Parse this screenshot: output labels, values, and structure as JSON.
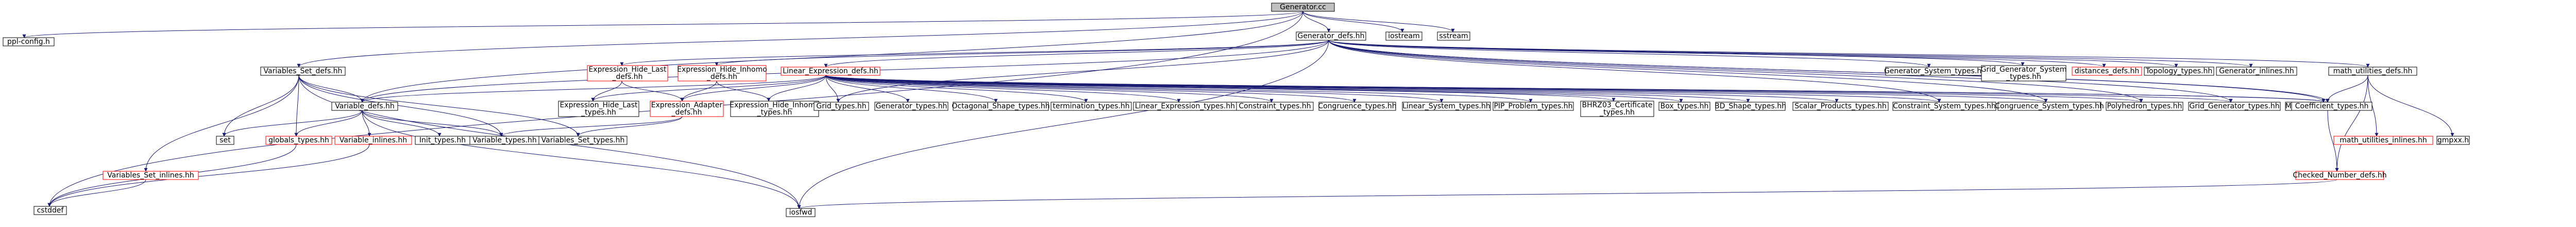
{
  "graph": {
    "colors": {
      "edge": "#191970",
      "node_border": "#000000",
      "missing_border": "#ff0000",
      "root_fill": "#bfbfbf",
      "node_fill": "#ffffff",
      "text": "#000000"
    },
    "nodes": [
      {
        "id": "root",
        "lines": [
          "Generator.cc"
        ],
        "kind": "root"
      },
      {
        "id": "ppl_config",
        "lines": [
          "ppl-config.h"
        ]
      },
      {
        "id": "gen_defs",
        "lines": [
          "Generator_defs.hh"
        ]
      },
      {
        "id": "iostream",
        "lines": [
          "iostream"
        ]
      },
      {
        "id": "sstream",
        "lines": [
          "sstream"
        ]
      },
      {
        "id": "vs_defs",
        "lines": [
          "Variables_Set_defs.hh"
        ]
      },
      {
        "id": "ehl_defs",
        "lines": [
          "Expression_Hide_Last",
          "_defs.hh"
        ],
        "missing": true
      },
      {
        "id": "ehi_defs",
        "lines": [
          "Expression_Hide_Inhomo",
          "_defs.hh"
        ],
        "missing": true
      },
      {
        "id": "le_defs",
        "lines": [
          "Linear_Expression_defs.hh"
        ],
        "missing": true
      },
      {
        "id": "gen_sys_types",
        "lines": [
          "Generator_System_types.hh"
        ]
      },
      {
        "id": "grid_gen_sys_types",
        "lines": [
          "Grid_Generator_System",
          "_types.hh"
        ]
      },
      {
        "id": "dist_defs",
        "lines": [
          "distances_defs.hh"
        ],
        "missing": true
      },
      {
        "id": "topo_types",
        "lines": [
          "Topology_types.hh"
        ]
      },
      {
        "id": "gen_inlines",
        "lines": [
          "Generator_inlines.hh"
        ]
      },
      {
        "id": "mu_defs",
        "lines": [
          "math_utilities_defs.hh"
        ]
      },
      {
        "id": "ehl_types",
        "lines": [
          "Expression_Hide_Last",
          "_types.hh"
        ]
      },
      {
        "id": "ea_defs",
        "lines": [
          "Expression_Adapter",
          "_defs.hh"
        ],
        "missing": true
      },
      {
        "id": "ehi_types",
        "lines": [
          "Expression_Hide_Inhomo",
          "_types.hh"
        ]
      },
      {
        "id": "var_defs",
        "lines": [
          "Variable_defs.hh"
        ]
      },
      {
        "id": "grid_types",
        "lines": [
          "Grid_types.hh"
        ]
      },
      {
        "id": "gen_types",
        "lines": [
          "Generator_types.hh"
        ]
      },
      {
        "id": "oct_types",
        "lines": [
          "Octagonal_Shape_types.hh"
        ]
      },
      {
        "id": "term_types",
        "lines": [
          "termination_types.hh"
        ]
      },
      {
        "id": "le_types",
        "lines": [
          "Linear_Expression_types.hh"
        ]
      },
      {
        "id": "con_types",
        "lines": [
          "Constraint_types.hh"
        ]
      },
      {
        "id": "cong_types",
        "lines": [
          "Congruence_types.hh"
        ]
      },
      {
        "id": "ls_types",
        "lines": [
          "Linear_System_types.hh"
        ]
      },
      {
        "id": "pip_types",
        "lines": [
          "PIP_Problem_types.hh"
        ]
      },
      {
        "id": "bhrz_types",
        "lines": [
          "BHRZ03_Certificate",
          "_types.hh"
        ]
      },
      {
        "id": "box_types",
        "lines": [
          "Box_types.hh"
        ]
      },
      {
        "id": "bd_types",
        "lines": [
          "BD_Shape_types.hh"
        ]
      },
      {
        "id": "sp_types",
        "lines": [
          "Scalar_Products_types.hh"
        ]
      },
      {
        "id": "cs_types",
        "lines": [
          "Constraint_System_types.hh"
        ]
      },
      {
        "id": "cgs_types",
        "lines": [
          "Congruence_System_types.hh"
        ]
      },
      {
        "id": "poly_types",
        "lines": [
          "Polyhedron_types.hh"
        ]
      },
      {
        "id": "gg_types",
        "lines": [
          "Grid_Generator_types.hh"
        ]
      },
      {
        "id": "mip_types",
        "lines": [
          "MIP_Problem_types.hh"
        ]
      },
      {
        "id": "coef_types",
        "lines": [
          "Coefficient_types.hh"
        ]
      },
      {
        "id": "mu_inlines",
        "lines": [
          "math_utilities_inlines.hh"
        ],
        "missing": true
      },
      {
        "id": "gmpxx",
        "lines": [
          "gmpxx.h"
        ]
      },
      {
        "id": "cn_defs",
        "lines": [
          "Checked_Number_defs.hh"
        ],
        "missing": true
      },
      {
        "id": "vs_inlines",
        "lines": [
          "Variables_Set_inlines.hh"
        ],
        "missing": true
      },
      {
        "id": "set",
        "lines": [
          "set"
        ]
      },
      {
        "id": "globals_types",
        "lines": [
          "globals_types.hh"
        ],
        "missing": true
      },
      {
        "id": "var_inlines",
        "lines": [
          "Variable_inlines.hh"
        ],
        "missing": true
      },
      {
        "id": "init_types",
        "lines": [
          "Init_types.hh"
        ]
      },
      {
        "id": "var_types",
        "lines": [
          "Variable_types.hh"
        ]
      },
      {
        "id": "vs_types",
        "lines": [
          "Variables_Set_types.hh"
        ]
      },
      {
        "id": "cstddef",
        "lines": [
          "cstddef"
        ]
      },
      {
        "id": "iosfwd",
        "lines": [
          "iosfwd"
        ]
      }
    ]
  }
}
